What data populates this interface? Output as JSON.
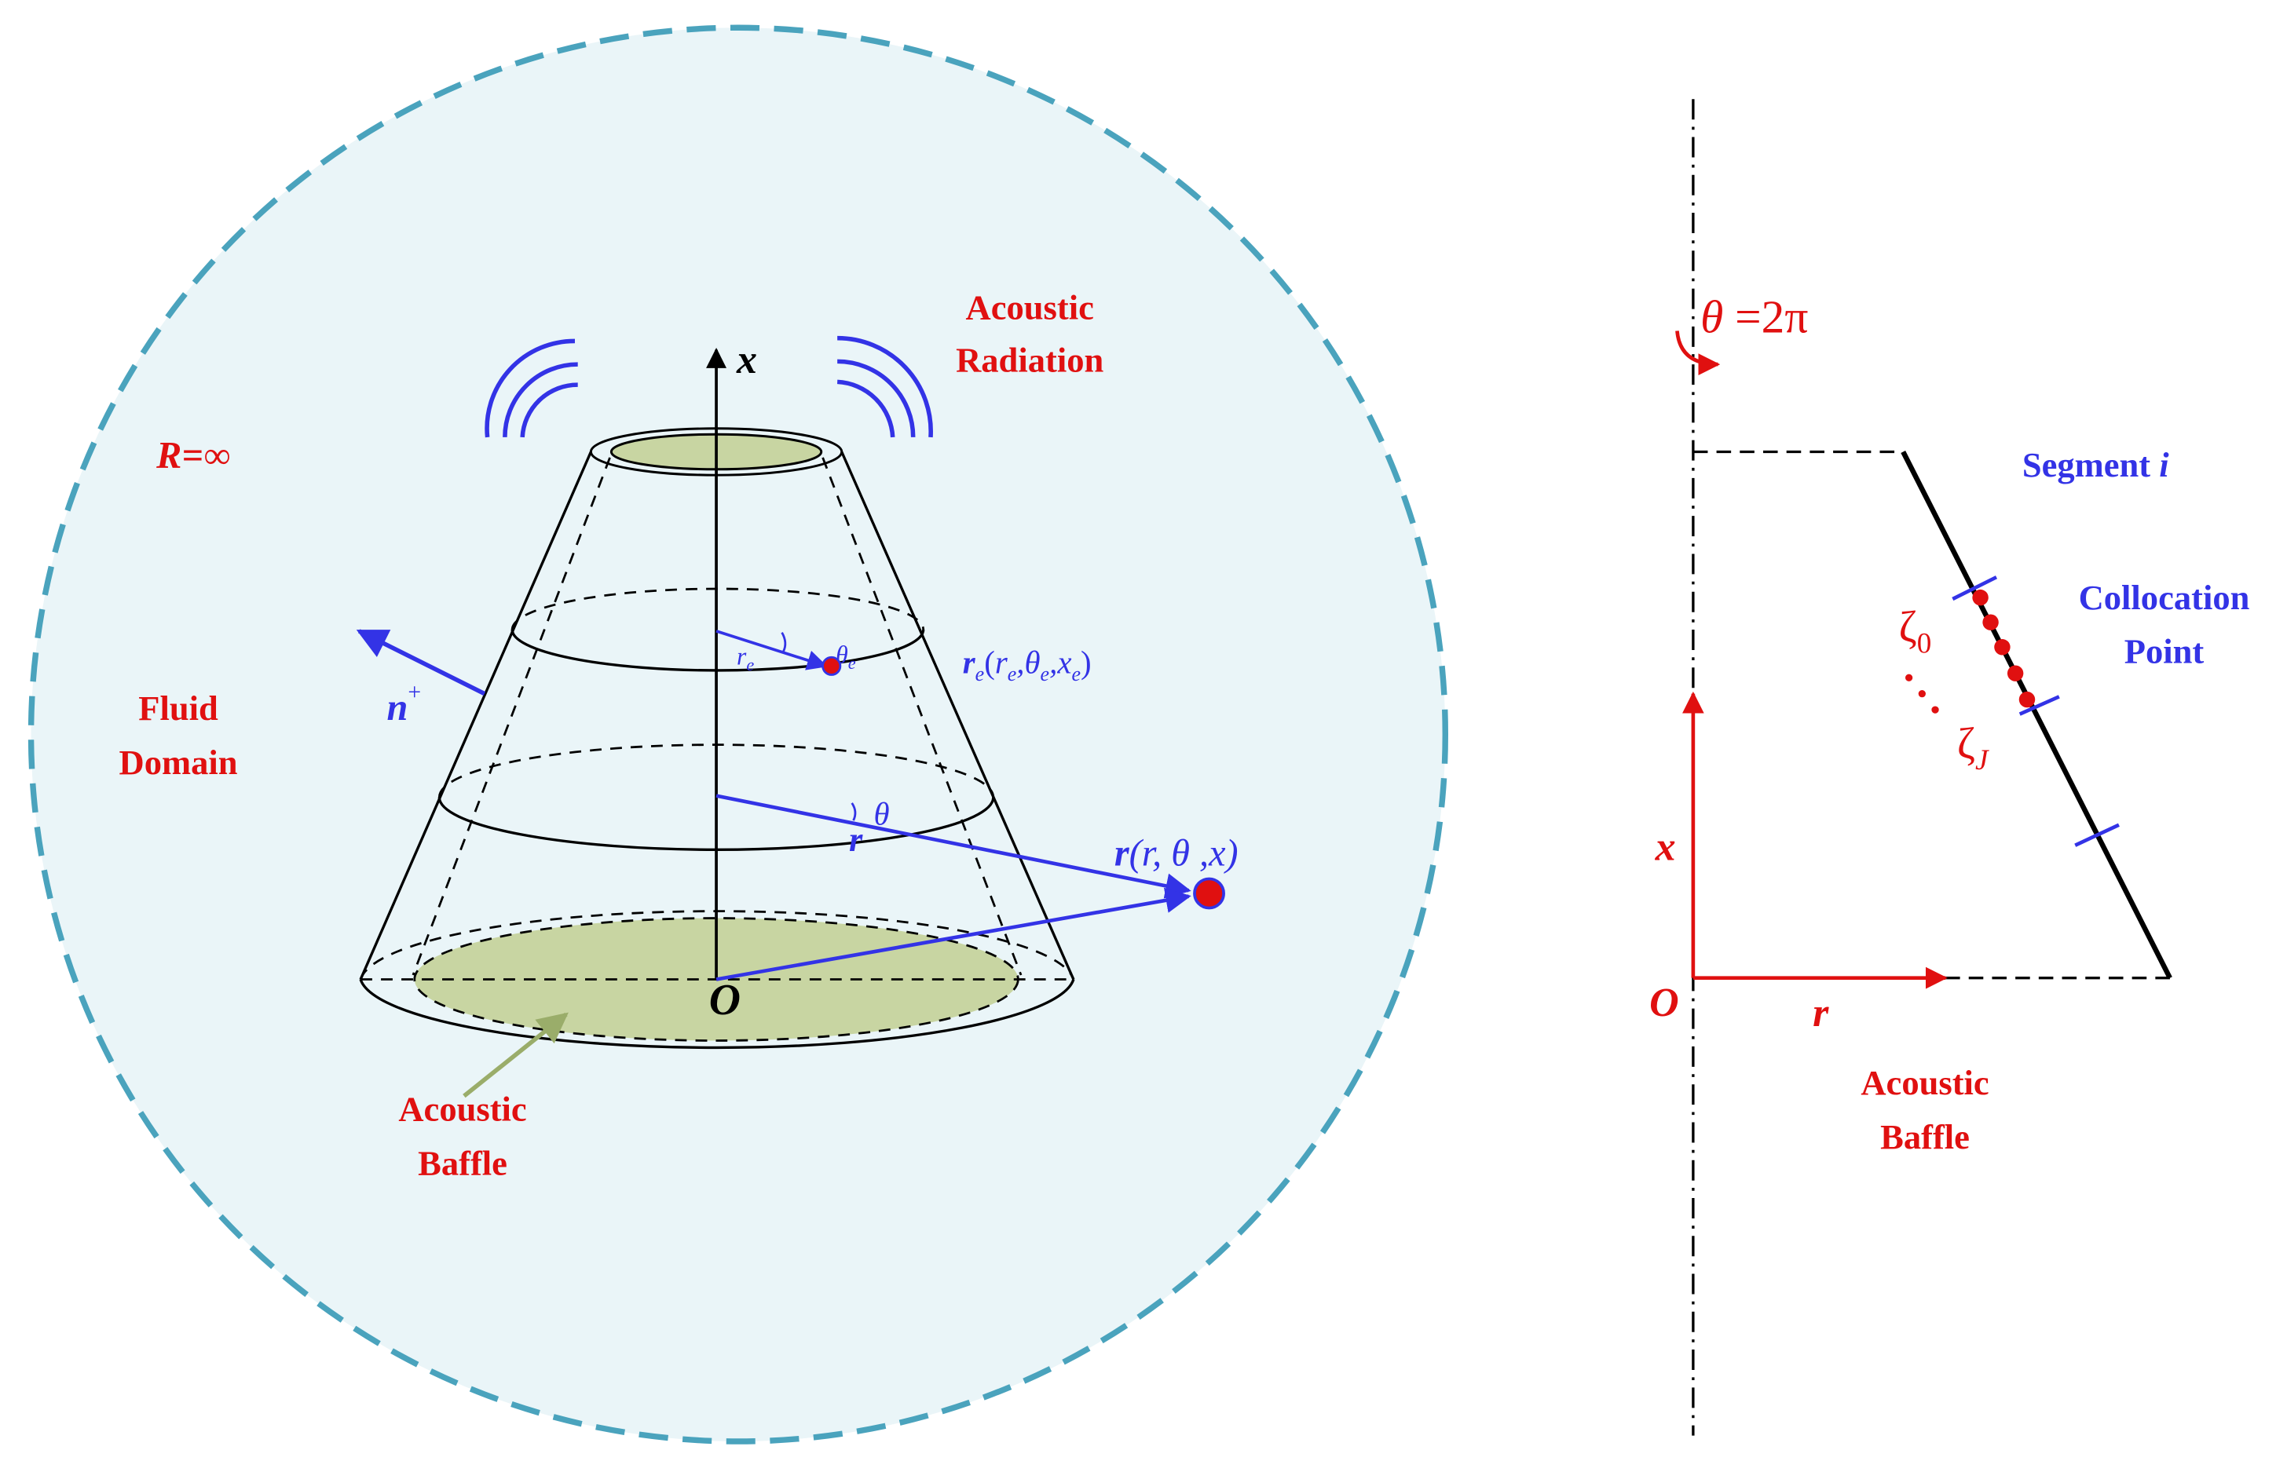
{
  "left": {
    "fluid_region": "R=∞",
    "fluid_label": [
      "Fluid",
      "Domain"
    ],
    "radiation_label": [
      "Acoustic",
      "Radiation"
    ],
    "baffle_label": [
      "Acoustic",
      "Baffle"
    ],
    "axis_x": "x",
    "origin": "O",
    "normal": {
      "main": "n",
      "sup": "+"
    },
    "element_point": {
      "sym": "r",
      "sub": "e",
      "open": "(",
      "a": "r",
      "a_sub": "e",
      "sep1": ",",
      "b": "θ",
      "b_sub": "e",
      "sep2": ",",
      "c": "x",
      "c_sub": "e",
      "close": ")"
    },
    "small_r": {
      "sym": "r",
      "sub": "e"
    },
    "small_theta": {
      "sym": "θ",
      "sub": "e"
    },
    "field_point": {
      "sym": "r",
      "args": "(r, θ ,x)"
    },
    "mid_r": "r",
    "mid_theta": "θ",
    "colors": {
      "fluid_fill": "#eaf5f8",
      "boundary": "#4aa3bd",
      "disk_fill": "#c8d5a2",
      "blue": "#3333e6",
      "red": "#e01010"
    }
  },
  "right": {
    "rotation": {
      "sym": "θ",
      "rest": " =2π"
    },
    "segment": {
      "text": "Segment ",
      "index": "i"
    },
    "collocation": [
      "Collocation",
      "Point"
    ],
    "zeta0": {
      "sym": "ζ",
      "sub": "0"
    },
    "zetaJ": {
      "sym": "ζ",
      "sub": "J"
    },
    "axis_x": "x",
    "axis_r": "r",
    "origin": "O",
    "baffle_label": [
      "Acoustic",
      "Baffle"
    ]
  }
}
